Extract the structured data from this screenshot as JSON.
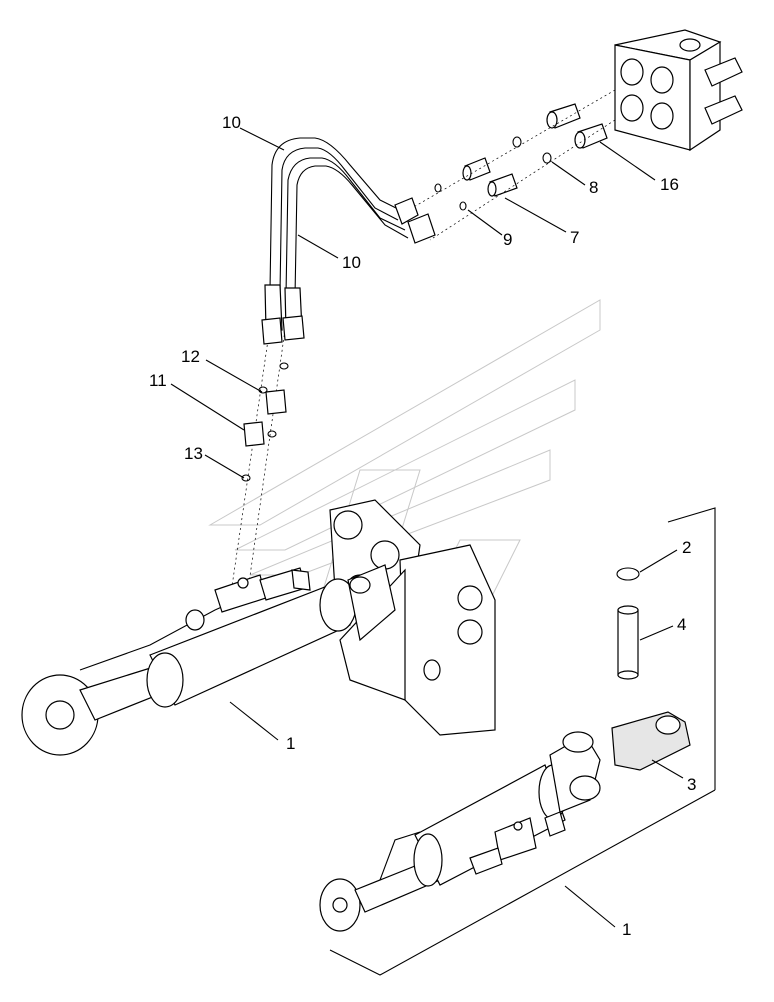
{
  "callouts": {
    "c10_top": "10",
    "c10_mid": "10",
    "c16": "16",
    "c8": "8",
    "c7": "7",
    "c9": "9",
    "c12": "12",
    "c11": "11",
    "c13": "13",
    "c2": "2",
    "c4": "4",
    "c3": "3",
    "c1_left": "1",
    "c1_right": "1"
  }
}
